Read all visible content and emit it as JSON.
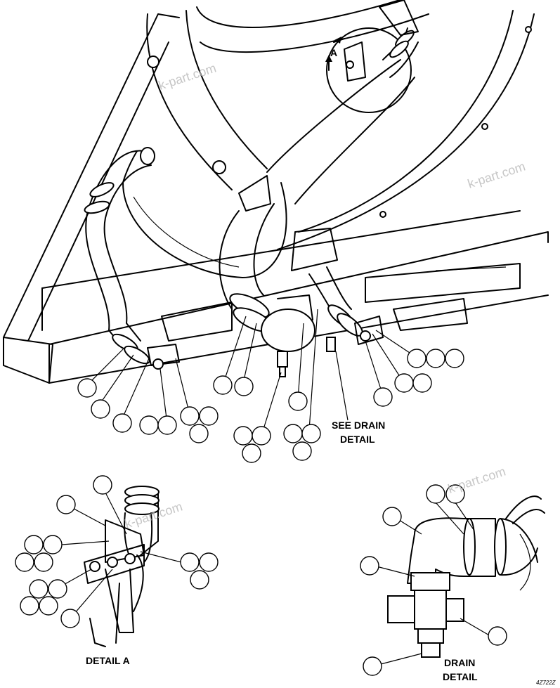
{
  "labels": {
    "see_drain_detail_line1": "SEE DRAIN",
    "see_drain_detail_line2": "DETAIL",
    "detail_a": "DETAIL A",
    "drain_detail_line1": "DRAIN",
    "drain_detail_line2": "DETAIL",
    "view_a": "A"
  },
  "watermarks": [
    "k-part.com",
    "k-part.com",
    "k-part.com",
    "k-part.com"
  ],
  "drawing_code": "4Z722Z",
  "colors": {
    "line": "#000000",
    "background": "#ffffff",
    "watermark": "#b8b8b8"
  }
}
